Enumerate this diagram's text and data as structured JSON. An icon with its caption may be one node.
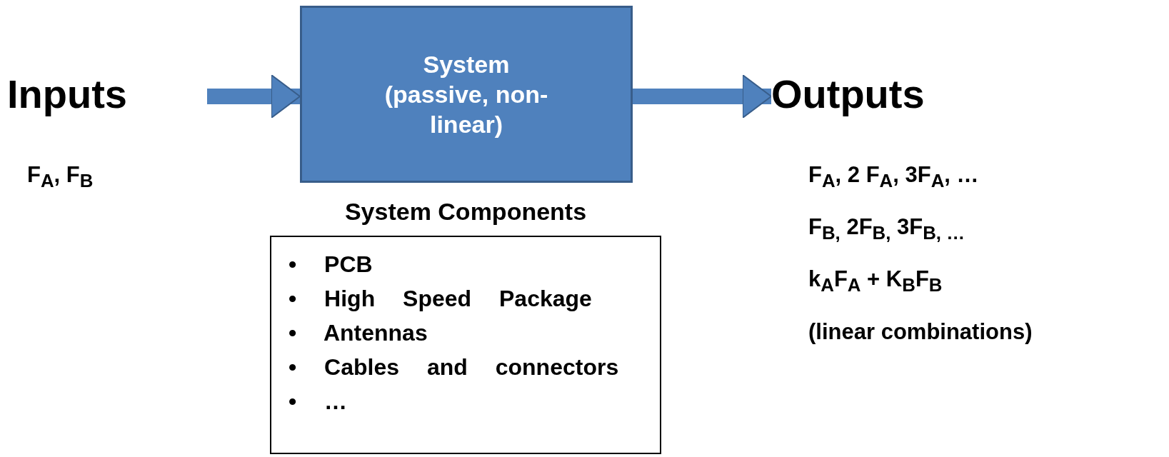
{
  "diagram": {
    "nodes": [
      {
        "text": [
          "Inputs"
        ],
        "beside": [
          "F$_{A}$, F$_{B}$"
        ]
      },
      {
        "text": [
          "System (passive, non-linear)"
        ]
      },
      {
        "text": [
          "System Components",
          "• PCB",
          "• High Speed Package",
          "• Antennas",
          "• Cables and connectors",
          "• …"
        ]
      },
      {
        "text": [
          "Outputs"
        ],
        "beside": [
          "F$_{A}$, 2 F$_{A}$, 3F$_{A}$, …",
          "F$_{B,}$ 2F$_{B,}$ 3F$_{B, …}$",
          "k$_{A}$F$_{A}$ + K$_{B}$F$_{B}$",
          "(linear combinations)"
        ]
      }
    ],
    "edges": [
      {
        "from": 0,
        "to": 1,
        "arrow": "to"
      },
      {
        "from": 1,
        "to": 3,
        "arrow": "to"
      }
    ]
  }
}
